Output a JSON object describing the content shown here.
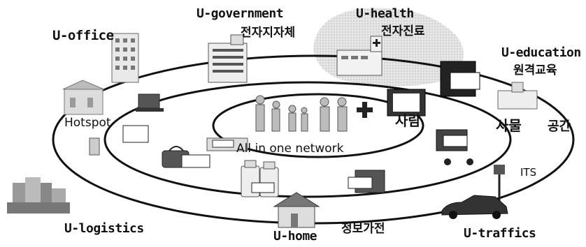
{
  "diagram": {
    "center_label": "All in one network",
    "layers": [
      "사람",
      "사물",
      "공간"
    ],
    "services": {
      "office": "U-office",
      "government": "U-government",
      "government_kr": "전자지자체",
      "health": "U-health",
      "health_kr": "전자진료",
      "education": "U-education",
      "education_kr": "원격교육",
      "hotspot": "Hotspot",
      "its": "ITS",
      "logistics": "U-logistics",
      "home": "U-home",
      "home_kr": "정보가전",
      "traffics": "U-traffics"
    },
    "icons": [
      "office-building-icon",
      "government-building-icon",
      "hospital-icon",
      "school-icon",
      "printer-icon",
      "hotspot-cafe-icon",
      "laptop-icon",
      "people-group-icon",
      "tv-screen-icon",
      "bag-icon",
      "bottles-icon",
      "device-icon",
      "shopping-cart-icon",
      "traffic-light-icon",
      "car-icon",
      "house-icon",
      "warehouse-buildings-icon"
    ],
    "colors": {
      "ink": "#111111",
      "cloud": "#d9d9d9"
    }
  }
}
